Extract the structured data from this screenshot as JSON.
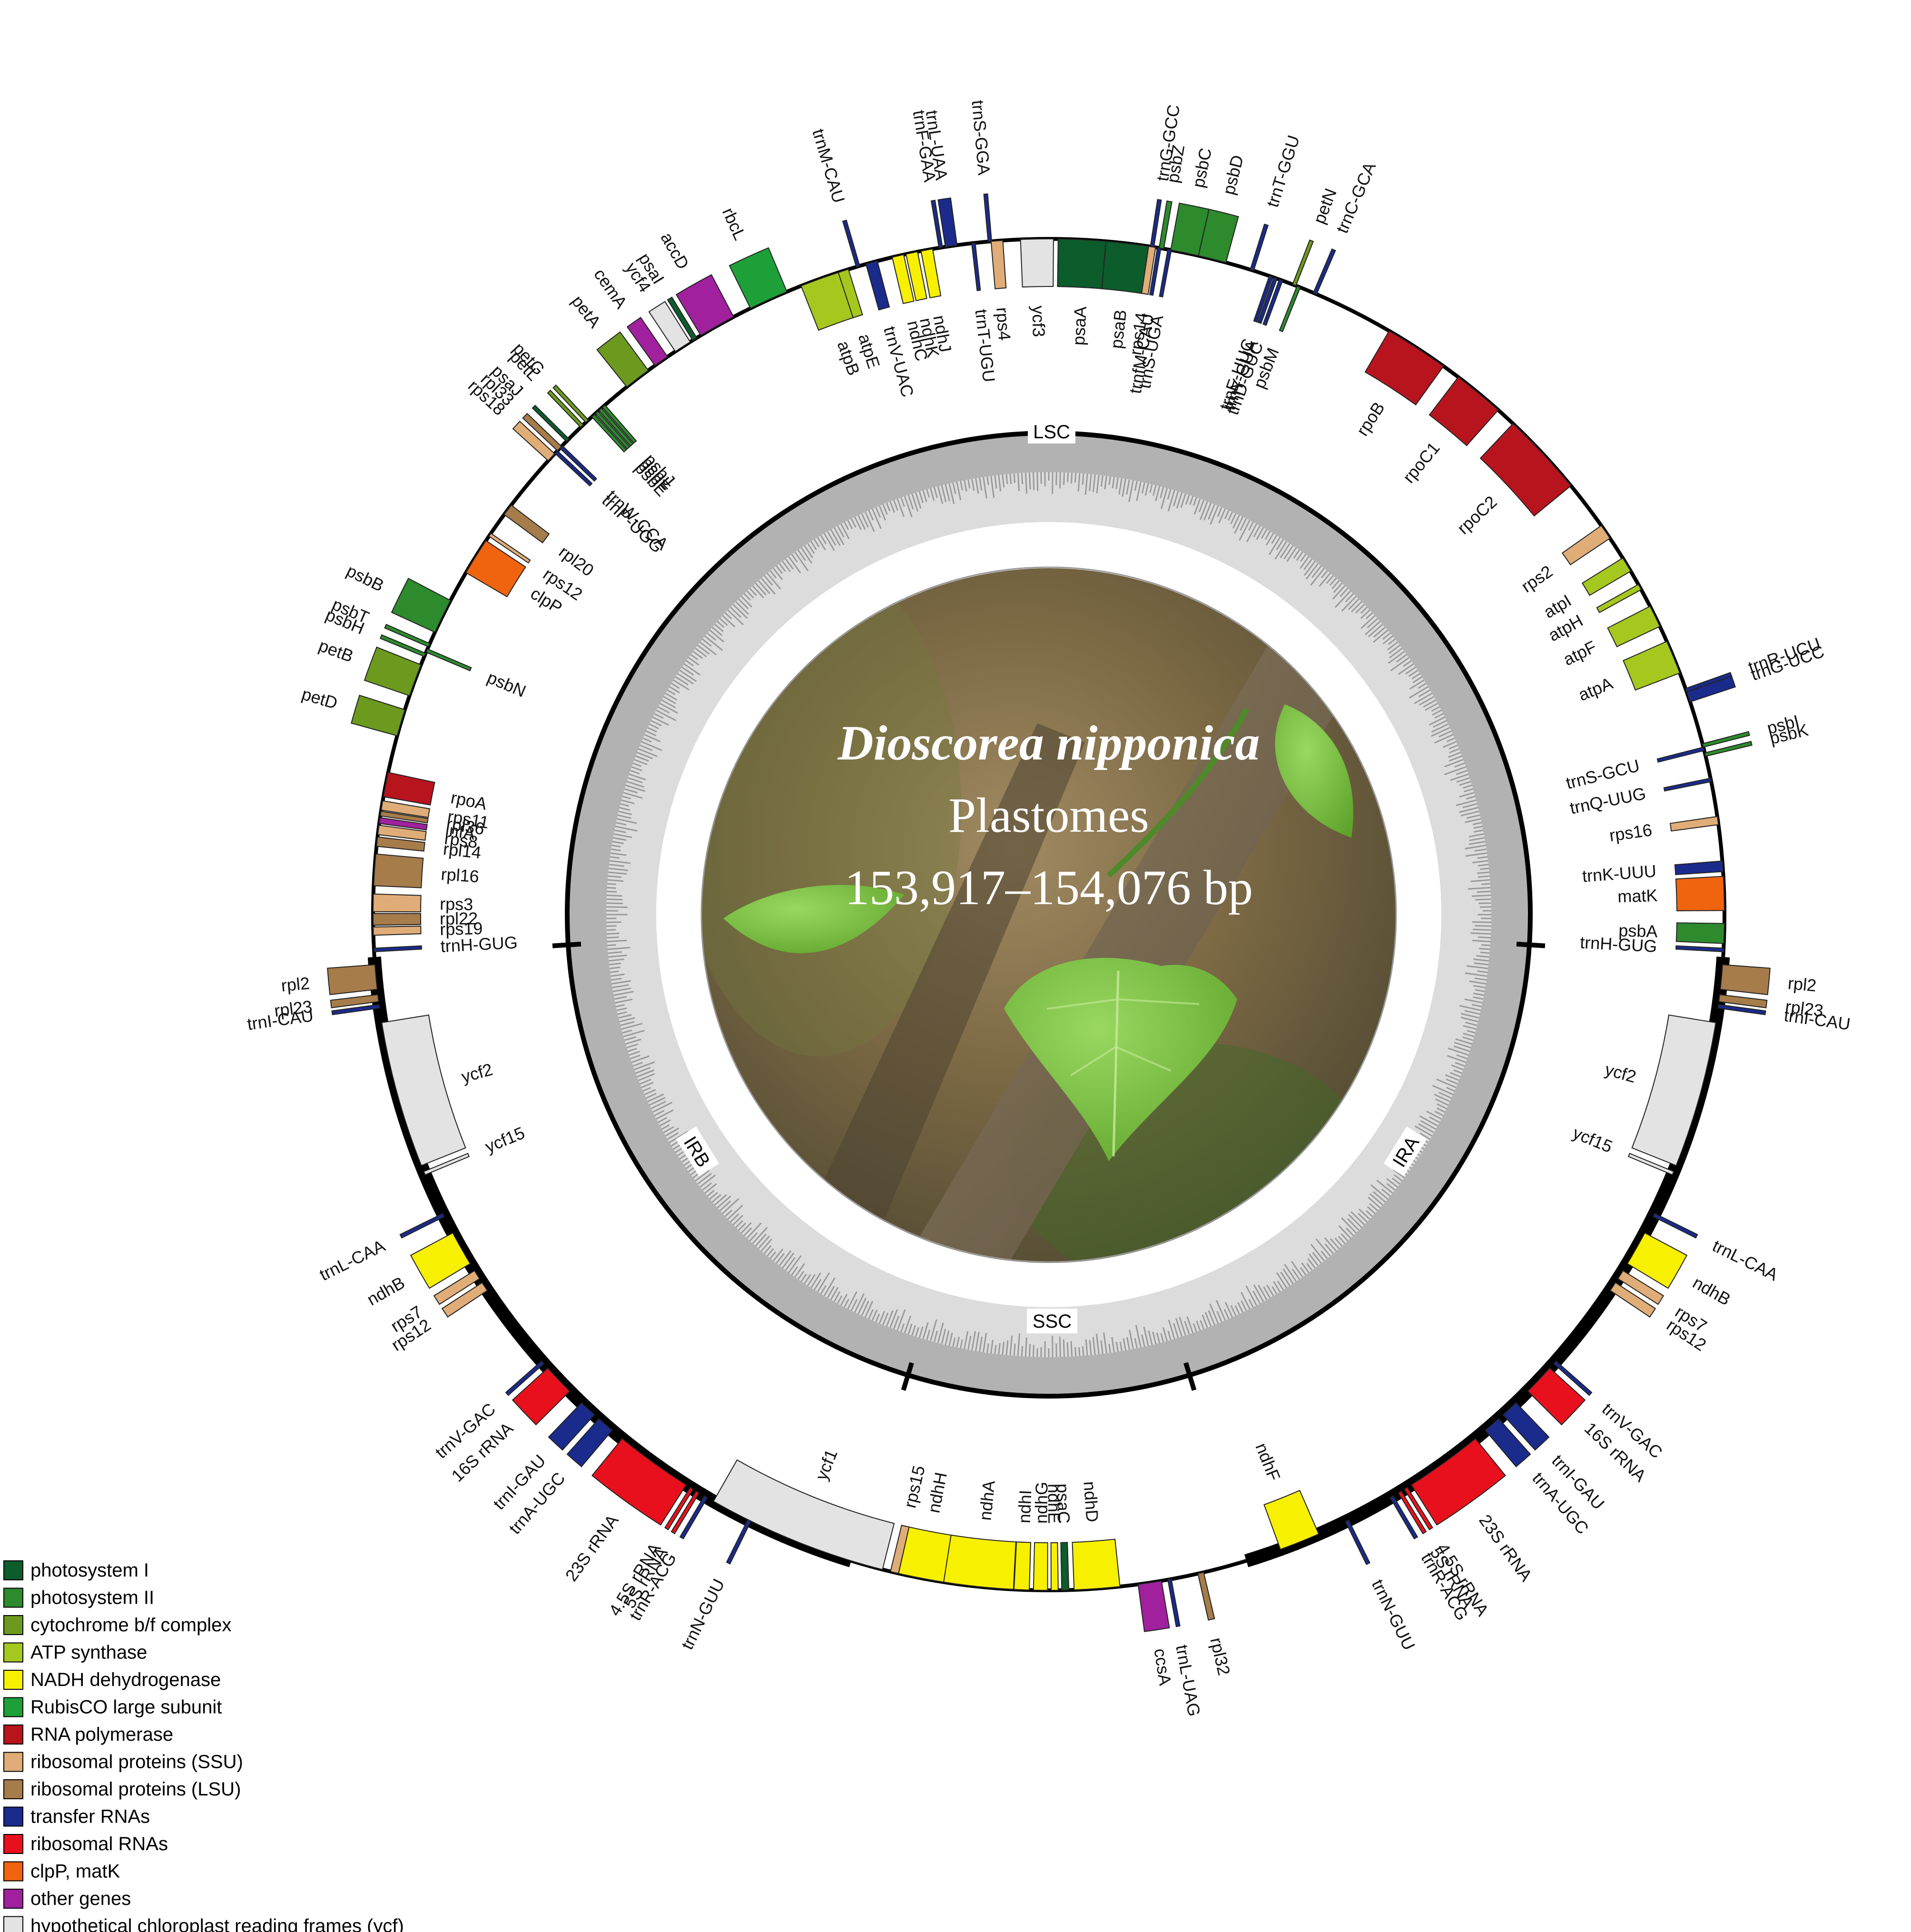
{
  "title": {
    "species": "Dioscorea nipponica",
    "line2": "Plastomes",
    "line3": "153,917–154,076 bp"
  },
  "regions": {
    "lsc": "LSC",
    "ssc": "SSC",
    "ira": "IRA",
    "irb": "IRB"
  },
  "legend": [
    {
      "label": "photosystem I",
      "color": "#0c5c2c"
    },
    {
      "label": "photosystem II",
      "color": "#2d8a2d"
    },
    {
      "label": "cytochrome b/f complex",
      "color": "#6b9a1e"
    },
    {
      "label": "ATP synthase",
      "color": "#a6c81e"
    },
    {
      "label": "NADH dehydrogenase",
      "color": "#f7f000"
    },
    {
      "label": "RubisCO large subunit",
      "color": "#1ea038"
    },
    {
      "label": "RNA polymerase",
      "color": "#b7141e"
    },
    {
      "label": "ribosomal proteins (SSU)",
      "color": "#e0ad78"
    },
    {
      "label": "ribosomal proteins (LSU)",
      "color": "#a67c4b"
    },
    {
      "label": "transfer RNAs",
      "color": "#1a2b8c"
    },
    {
      "label": "ribosomal RNAs",
      "color": "#e8101c"
    },
    {
      "label": "clpP, matK",
      "color": "#f0640f"
    },
    {
      "label": "other genes",
      "color": "#a0209e"
    },
    {
      "label": "hypothetical chloroplast reading frames (ycf)",
      "color": "#e3e3e3"
    }
  ],
  "genes": [
    {
      "name": "trnG-GCC",
      "deg": 8.8,
      "span": 0.3,
      "side": "out",
      "cat": "transfer RNAs"
    },
    {
      "name": "psbZ",
      "deg": 9.6,
      "span": 0.4,
      "side": "out",
      "cat": "photosystem II"
    },
    {
      "name": "psbC",
      "deg": 11.6,
      "span": 2.4,
      "side": "out",
      "cat": "photosystem II"
    },
    {
      "name": "psbD",
      "deg": 14.0,
      "span": 2.4,
      "side": "out",
      "cat": "photosystem II"
    },
    {
      "name": "trnT-GGU",
      "deg": 17.5,
      "span": 0.3,
      "side": "out",
      "cat": "transfer RNAs"
    },
    {
      "name": "trnE-UUC",
      "deg": 19.2,
      "span": 0.3,
      "side": "in",
      "cat": "transfer RNAs"
    },
    {
      "name": "trnY-GUA",
      "deg": 19.6,
      "span": 0.3,
      "side": "in",
      "cat": "transfer RNAs"
    },
    {
      "name": "trnD-GUC",
      "deg": 20.1,
      "span": 0.3,
      "side": "in",
      "cat": "transfer RNAs"
    },
    {
      "name": "petN",
      "deg": 21.3,
      "span": 0.3,
      "side": "out",
      "cat": "cytochrome b/f complex"
    },
    {
      "name": "psbM",
      "deg": 21.7,
      "span": 0.3,
      "side": "in",
      "cat": "photosystem II"
    },
    {
      "name": "trnC-GCA",
      "deg": 23.2,
      "span": 0.3,
      "side": "out",
      "cat": "transfer RNAs"
    },
    {
      "name": "rpoB",
      "deg": 33.0,
      "span": 5.5,
      "side": "in",
      "cat": "RNA polymerase"
    },
    {
      "name": "rpoC1",
      "deg": 39.5,
      "span": 4.4,
      "side": "in",
      "cat": "RNA polymerase"
    },
    {
      "name": "rpoC2",
      "deg": 47.0,
      "span": 7.2,
      "side": "in",
      "cat": "RNA polymerase"
    },
    {
      "name": "rps2",
      "deg": 55.5,
      "span": 1.3,
      "side": "in",
      "cat": "ribosomal proteins (SSU)"
    },
    {
      "name": "atpI",
      "deg": 58.8,
      "span": 1.3,
      "side": "in",
      "cat": "ATP synthase"
    },
    {
      "name": "atpH",
      "deg": 61.0,
      "span": 0.5,
      "side": "in",
      "cat": "ATP synthase"
    },
    {
      "name": "atpF",
      "deg": 63.8,
      "span": 1.9,
      "side": "in",
      "cat": "ATP synthase"
    },
    {
      "name": "atpA",
      "deg": 67.6,
      "span": 2.9,
      "side": "in",
      "cat": "ATP synthase"
    },
    {
      "name": "trnR-UCU",
      "deg": 70.6,
      "span": 0.3,
      "side": "out",
      "cat": "transfer RNAs"
    },
    {
      "name": "trnG-UCC",
      "deg": 71.2,
      "span": 0.9,
      "side": "out",
      "cat": "transfer RNAs"
    },
    {
      "name": "psbI",
      "deg": 75.5,
      "span": 0.3,
      "side": "out",
      "cat": "photosystem II"
    },
    {
      "name": "trnS-GCU",
      "deg": 75.8,
      "span": 0.3,
      "side": "in",
      "cat": "transfer RNAs"
    },
    {
      "name": "psbK",
      "deg": 76.3,
      "span": 0.3,
      "side": "out",
      "cat": "photosystem II"
    },
    {
      "name": "trnQ-UUG",
      "deg": 78.5,
      "span": 0.3,
      "side": "in",
      "cat": "transfer RNAs"
    },
    {
      "name": "rps16",
      "deg": 82.0,
      "span": 0.7,
      "side": "in",
      "cat": "ribosomal proteins (SSU)"
    },
    {
      "name": "trnK-UUU",
      "deg": 85.9,
      "span": 0.9,
      "side": "in",
      "cat": "transfer RNAs"
    },
    {
      "name": "matK",
      "deg": 88.2,
      "span": 2.9,
      "side": "in",
      "cat": "clpP, matK"
    },
    {
      "name": "psbA",
      "deg": 91.6,
      "span": 1.7,
      "side": "in",
      "cat": "photosystem II"
    },
    {
      "name": "trnH-GUG",
      "deg": 93.0,
      "span": 0.3,
      "side": "in",
      "cat": "transfer RNAs"
    },
    {
      "name": "rpl2",
      "deg": 95.3,
      "span": 2.1,
      "side": "out",
      "cat": "ribosomal proteins (LSU)"
    },
    {
      "name": "rpl23",
      "deg": 97.1,
      "span": 0.6,
      "side": "out",
      "cat": "ribosomal proteins (LSU)"
    },
    {
      "name": "trnI-CAU",
      "deg": 97.8,
      "span": 0.3,
      "side": "out",
      "cat": "transfer RNAs"
    },
    {
      "name": "ycf2",
      "deg": 105.5,
      "span": 12.6,
      "side": "in",
      "cat": "hypothetical chloroplast reading frames (ycf)"
    },
    {
      "name": "ycf15",
      "deg": 112.5,
      "span": 0.3,
      "side": "in",
      "cat": "hypothetical chloroplast reading frames (ycf)"
    },
    {
      "name": "trnL-CAA",
      "deg": 116.4,
      "span": 0.3,
      "side": "out",
      "cat": "transfer RNAs"
    },
    {
      "name": "ndhB",
      "deg": 119.6,
      "span": 3.0,
      "side": "out",
      "cat": "NADH dehydrogenase"
    },
    {
      "name": "rps7",
      "deg": 122.2,
      "span": 0.8,
      "side": "out",
      "cat": "ribosomal proteins (SSU)"
    },
    {
      "name": "rps12",
      "deg": 123.4,
      "span": 0.8,
      "side": "out",
      "cat": "ribosomal proteins (SSU)"
    },
    {
      "name": "trnV-GAC",
      "deg": 131.5,
      "span": 0.3,
      "side": "out",
      "cat": "transfer RNAs"
    },
    {
      "name": "16S rRNA",
      "deg": 133.5,
      "span": 2.7,
      "side": "out",
      "cat": "ribosomal RNAs"
    },
    {
      "name": "trnI-GAU",
      "deg": 137.0,
      "span": 1.5,
      "side": "out",
      "cat": "transfer RNAs"
    },
    {
      "name": "trnA-UGC",
      "deg": 139.0,
      "span": 1.5,
      "side": "out",
      "cat": "transfer RNAs"
    },
    {
      "name": "23S rRNA",
      "deg": 144.2,
      "span": 6.7,
      "side": "out",
      "cat": "ribosomal RNAs"
    },
    {
      "name": "4.5S rRNA",
      "deg": 148.1,
      "span": 0.3,
      "side": "out",
      "cat": "ribosomal RNAs"
    },
    {
      "name": "5S rRNA",
      "deg": 148.7,
      "span": 0.3,
      "side": "out",
      "cat": "ribosomal RNAs"
    },
    {
      "name": "trnR-ACG",
      "deg": 149.5,
      "span": 0.3,
      "side": "out",
      "cat": "transfer RNAs"
    },
    {
      "name": "trnN-GUU",
      "deg": 153.8,
      "span": 0.3,
      "side": "out",
      "cat": "transfer RNAs"
    },
    {
      "name": "ndhF",
      "deg": 158.2,
      "span": 3.5,
      "side": "in",
      "cat": "NADH dehydrogenase"
    },
    {
      "name": "rpl32",
      "deg": 167.0,
      "span": 0.5,
      "side": "out",
      "cat": "ribosomal proteins (LSU)"
    },
    {
      "name": "trnL-UAG",
      "deg": 169.7,
      "span": 0.3,
      "side": "out",
      "cat": "transfer RNAs"
    },
    {
      "name": "ccsA",
      "deg": 171.4,
      "span": 2.0,
      "side": "out",
      "cat": "other genes"
    },
    {
      "name": "ndhD",
      "deg": 175.9,
      "span": 3.9,
      "side": "in",
      "cat": "NADH dehydrogenase"
    },
    {
      "name": "psaC",
      "deg": 178.6,
      "span": 0.6,
      "side": "in",
      "cat": "photosystem I"
    },
    {
      "name": "ndhE",
      "deg": 179.5,
      "span": 0.6,
      "side": "in",
      "cat": "NADH dehydrogenase"
    },
    {
      "name": "ndhG",
      "deg": 180.7,
      "span": 1.2,
      "side": "in",
      "cat": "NADH dehydrogenase"
    },
    {
      "name": "ndhI",
      "deg": 182.3,
      "span": 1.3,
      "side": "in",
      "cat": "NADH dehydrogenase"
    },
    {
      "name": "ndhA",
      "deg": 186.0,
      "span": 6.0,
      "side": "in",
      "cat": "NADH dehydrogenase"
    },
    {
      "name": "ndhH",
      "deg": 190.9,
      "span": 3.9,
      "side": "in",
      "cat": "NADH dehydrogenase"
    },
    {
      "name": "rps15",
      "deg": 193.2,
      "span": 0.7,
      "side": "in",
      "cat": "ribosomal proteins (SSU)"
    },
    {
      "name": "ycf1",
      "deg": 202.0,
      "span": 15.5,
      "side": "in",
      "cat": "hypothetical chloroplast reading frames (ycf)"
    },
    {
      "name": "trnN-GUU",
      "deg": 206.3,
      "span": 0.3,
      "side": "out",
      "cat": "transfer RNAs"
    },
    {
      "name": "trnR-ACG",
      "deg": 210.5,
      "span": 0.3,
      "side": "out",
      "cat": "transfer RNAs"
    },
    {
      "name": "5S rRNA",
      "deg": 211.3,
      "span": 0.3,
      "side": "out",
      "cat": "ribosomal RNAs"
    },
    {
      "name": "4.5S rRNA",
      "deg": 211.9,
      "span": 0.3,
      "side": "out",
      "cat": "ribosomal RNAs"
    },
    {
      "name": "23S rRNA",
      "deg": 215.8,
      "span": 6.7,
      "side": "out",
      "cat": "ribosomal RNAs"
    },
    {
      "name": "trnA-UGC",
      "deg": 221.0,
      "span": 1.5,
      "side": "out",
      "cat": "transfer RNAs"
    },
    {
      "name": "trnI-GAU",
      "deg": 223.0,
      "span": 1.5,
      "side": "out",
      "cat": "transfer RNAs"
    },
    {
      "name": "16S rRNA",
      "deg": 226.5,
      "span": 2.7,
      "side": "out",
      "cat": "ribosomal RNAs"
    },
    {
      "name": "trnV-GAC",
      "deg": 228.5,
      "span": 0.3,
      "side": "out",
      "cat": "transfer RNAs"
    },
    {
      "name": "rps12",
      "deg": 236.6,
      "span": 0.8,
      "side": "out",
      "cat": "ribosomal proteins (SSU)"
    },
    {
      "name": "rps7",
      "deg": 237.8,
      "span": 0.8,
      "side": "out",
      "cat": "ribosomal proteins (SSU)"
    },
    {
      "name": "ndhB",
      "deg": 240.4,
      "span": 3.0,
      "side": "out",
      "cat": "NADH dehydrogenase"
    },
    {
      "name": "trnL-CAA",
      "deg": 243.6,
      "span": 0.3,
      "side": "out",
      "cat": "transfer RNAs"
    },
    {
      "name": "ycf15",
      "deg": 247.5,
      "span": 0.3,
      "side": "in",
      "cat": "hypothetical chloroplast reading frames (ycf)"
    },
    {
      "name": "ycf2",
      "deg": 254.5,
      "span": 12.6,
      "side": "in",
      "cat": "hypothetical chloroplast reading frames (ycf)"
    },
    {
      "name": "trnI-CAU",
      "deg": 262.2,
      "span": 0.3,
      "side": "out",
      "cat": "transfer RNAs"
    },
    {
      "name": "rpl23",
      "deg": 262.9,
      "span": 0.6,
      "side": "out",
      "cat": "ribosomal proteins (LSU)"
    },
    {
      "name": "rpl2",
      "deg": 264.7,
      "span": 2.1,
      "side": "out",
      "cat": "ribosomal proteins (LSU)"
    },
    {
      "name": "trnH-GUG",
      "deg": 267.0,
      "span": 0.3,
      "side": "in",
      "cat": "transfer RNAs"
    },
    {
      "name": "rps19",
      "deg": 268.6,
      "span": 0.7,
      "side": "in",
      "cat": "ribosomal proteins (SSU)"
    },
    {
      "name": "rpl22",
      "deg": 269.6,
      "span": 1.0,
      "side": "in",
      "cat": "ribosomal proteins (LSU)"
    },
    {
      "name": "rps3",
      "deg": 271.0,
      "span": 1.5,
      "side": "in",
      "cat": "ribosomal proteins (SSU)"
    },
    {
      "name": "rpl16",
      "deg": 273.8,
      "span": 2.7,
      "side": "in",
      "cat": "ribosomal proteins (LSU)"
    },
    {
      "name": "rpl14",
      "deg": 276.2,
      "span": 0.8,
      "side": "in",
      "cat": "ribosomal proteins (LSU)"
    },
    {
      "name": "rps8",
      "deg": 277.2,
      "span": 0.8,
      "side": "in",
      "cat": "ribosomal proteins (SSU)"
    },
    {
      "name": "infA",
      "deg": 278.0,
      "span": 0.5,
      "side": "in",
      "cat": "other genes"
    },
    {
      "name": "rpl36",
      "deg": 278.6,
      "span": 0.4,
      "side": "in",
      "cat": "ribosomal proteins (LSU)"
    },
    {
      "name": "rps11",
      "deg": 279.3,
      "span": 0.8,
      "side": "in",
      "cat": "ribosomal proteins (SSU)"
    },
    {
      "name": "rpoA",
      "deg": 281.1,
      "span": 2.1,
      "side": "in",
      "cat": "RNA polymerase"
    },
    {
      "name": "petD",
      "deg": 286.5,
      "span": 2.3,
      "side": "out",
      "cat": "cytochrome b/f complex"
    },
    {
      "name": "petB",
      "deg": 290.3,
      "span": 2.8,
      "side": "out",
      "cat": "cytochrome b/f complex"
    },
    {
      "name": "psbH",
      "deg": 292.6,
      "span": 0.3,
      "side": "out",
      "cat": "photosystem II"
    },
    {
      "name": "psbN",
      "deg": 293.0,
      "span": 0.3,
      "side": "in",
      "cat": "photosystem II"
    },
    {
      "name": "psbT",
      "deg": 293.5,
      "span": 0.3,
      "side": "out",
      "cat": "photosystem II"
    },
    {
      "name": "psbB",
      "deg": 296.2,
      "span": 3.0,
      "side": "out",
      "cat": "photosystem II"
    },
    {
      "name": "clpP",
      "deg": 302.0,
      "span": 3.2,
      "side": "in",
      "cat": "clpP, matK"
    },
    {
      "name": "rps12",
      "deg": 304.2,
      "span": 0.3,
      "side": "in",
      "cat": "ribosomal proteins (SSU)"
    },
    {
      "name": "rpl20",
      "deg": 306.8,
      "span": 1.0,
      "side": "in",
      "cat": "ribosomal proteins (LSU)"
    },
    {
      "name": "rps18",
      "deg": 312.6,
      "span": 0.8,
      "side": "out",
      "cat": "ribosomal proteins (SSU)"
    },
    {
      "name": "rpl33",
      "deg": 313.6,
      "span": 0.5,
      "side": "out",
      "cat": "ribosomal proteins (LSU)"
    },
    {
      "name": "trnP-UGG",
      "deg": 313.2,
      "span": 0.3,
      "side": "in",
      "cat": "transfer RNAs"
    },
    {
      "name": "trnW-CCA",
      "deg": 313.8,
      "span": 0.3,
      "side": "in",
      "cat": "transfer RNAs"
    },
    {
      "name": "psaJ",
      "deg": 314.6,
      "span": 0.3,
      "side": "out",
      "cat": "photosystem I"
    },
    {
      "name": "petL",
      "deg": 316.3,
      "span": 0.3,
      "side": "out",
      "cat": "cytochrome b/f complex"
    },
    {
      "name": "petG",
      "deg": 316.9,
      "span": 0.3,
      "side": "out",
      "cat": "cytochrome b/f complex"
    },
    {
      "name": "psbE",
      "deg": 317.6,
      "span": 0.3,
      "side": "in",
      "cat": "photosystem II"
    },
    {
      "name": "psbF",
      "deg": 318.0,
      "span": 0.3,
      "side": "in",
      "cat": "photosystem II"
    },
    {
      "name": "psbL",
      "deg": 318.4,
      "span": 0.3,
      "side": "in",
      "cat": "photosystem II"
    },
    {
      "name": "psbJ",
      "deg": 318.8,
      "span": 0.3,
      "side": "in",
      "cat": "photosystem II"
    },
    {
      "name": "petA",
      "deg": 322.5,
      "span": 2.3,
      "side": "out",
      "cat": "cytochrome b/f complex"
    },
    {
      "name": "cemA",
      "deg": 325.0,
      "span": 1.3,
      "side": "out",
      "cat": "other genes"
    },
    {
      "name": "ycf4",
      "deg": 327.2,
      "span": 1.5,
      "side": "out",
      "cat": "hypothetical chloroplast reading frames (ycf)"
    },
    {
      "name": "psaI",
      "deg": 328.4,
      "span": 0.4,
      "side": "out",
      "cat": "photosystem I"
    },
    {
      "name": "accD",
      "deg": 330.6,
      "span": 3.2,
      "side": "out",
      "cat": "other genes"
    },
    {
      "name": "rbcL",
      "deg": 335.5,
      "span": 3.4,
      "side": "out",
      "cat": "RubisCO large subunit"
    },
    {
      "name": "atpB",
      "deg": 340.2,
      "span": 3.4,
      "side": "in",
      "cat": "ATP synthase"
    },
    {
      "name": "atpE",
      "deg": 342.3,
      "span": 0.9,
      "side": "in",
      "cat": "ATP synthase"
    },
    {
      "name": "trnM-CAU",
      "deg": 343.6,
      "span": 0.3,
      "side": "out",
      "cat": "transfer RNAs"
    },
    {
      "name": "trnV-UAC",
      "deg": 344.8,
      "span": 1.0,
      "side": "in",
      "cat": "transfer RNAs"
    },
    {
      "name": "ndhC",
      "deg": 347.1,
      "span": 1.0,
      "side": "in",
      "cat": "NADH dehydrogenase"
    },
    {
      "name": "ndhK",
      "deg": 348.3,
      "span": 1.0,
      "side": "in",
      "cat": "NADH dehydrogenase"
    },
    {
      "name": "ndhJ",
      "deg": 349.6,
      "span": 1.0,
      "side": "in",
      "cat": "NADH dehydrogenase"
    },
    {
      "name": "trnF-GAA",
      "deg": 350.8,
      "span": 0.3,
      "side": "out",
      "cat": "transfer RNAs"
    },
    {
      "name": "trnL-UAA",
      "deg": 351.7,
      "span": 1.0,
      "side": "out",
      "cat": "transfer RNAs"
    },
    {
      "name": "trnT-UGU",
      "deg": 353.6,
      "span": 0.3,
      "side": "in",
      "cat": "transfer RNAs"
    },
    {
      "name": "trnS-GGA",
      "deg": 355.0,
      "span": 0.3,
      "side": "out",
      "cat": "transfer RNAs"
    },
    {
      "name": "rps4",
      "deg": 355.6,
      "span": 1.0,
      "side": "in",
      "cat": "ribosomal proteins (SSU)"
    },
    {
      "name": "ycf3",
      "deg": 359.0,
      "span": 2.8,
      "side": "in",
      "cat": "hypothetical chloroplast reading frames (ycf)"
    },
    {
      "name": "psaA",
      "deg": 3.0,
      "span": 4.4,
      "side": "in",
      "cat": "photosystem I"
    },
    {
      "name": "psaB",
      "deg": 6.8,
      "span": 3.9,
      "side": "in",
      "cat": "photosystem I"
    },
    {
      "name": "rps14",
      "deg": 8.8,
      "span": 0.6,
      "side": "in",
      "cat": "ribosomal proteins (SSU)"
    },
    {
      "name": "trnfM-CAU",
      "deg": 9.4,
      "span": 0.3,
      "side": "in",
      "cat": "transfer RNAs"
    },
    {
      "name": "trnS-UGA",
      "deg": 10.3,
      "span": 0.3,
      "side": "in",
      "cat": "transfer RNAs"
    }
  ],
  "ir_bands": [
    {
      "name": "IRA",
      "start": 93.6,
      "end": 163.0
    },
    {
      "name": "IRB",
      "start": 197.0,
      "end": 266.4
    }
  ],
  "region_ticks": [
    93.6,
    163.0,
    197.0,
    266.4
  ]
}
